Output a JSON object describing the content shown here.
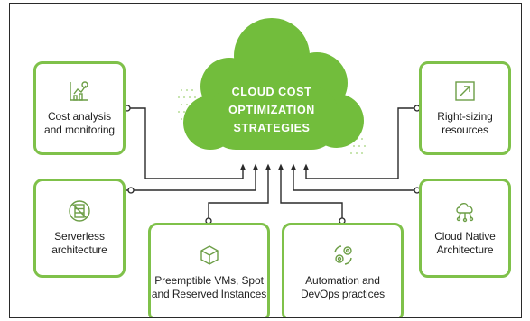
{
  "title": {
    "line1": "CLOUD COST",
    "line2": "OPTIMIZATION",
    "line3": "STRATEGIES"
  },
  "boxes": [
    {
      "id": "cost",
      "label": "Cost analysis\nand monitoring",
      "icon": "chart-icon"
    },
    {
      "id": "rightsizing",
      "label": "Right-sizing\nresources",
      "icon": "resize-arrow-icon"
    },
    {
      "id": "serverless",
      "label": "Serverless\narchitecture",
      "icon": "no-server-icon"
    },
    {
      "id": "cloudnative",
      "label": "Cloud Native\nArchitecture",
      "icon": "cloud-network-icon"
    },
    {
      "id": "preemptible",
      "label": "Preemptible VMs, Spot\nand Reserved Instances",
      "icon": "cube-icon"
    },
    {
      "id": "automation",
      "label": "Automation and\nDevOps practices",
      "icon": "gears-icon"
    }
  ],
  "colors": {
    "accent": "#7fc14a",
    "cloud": "#72bd3c",
    "line": "#2a2a2a"
  }
}
